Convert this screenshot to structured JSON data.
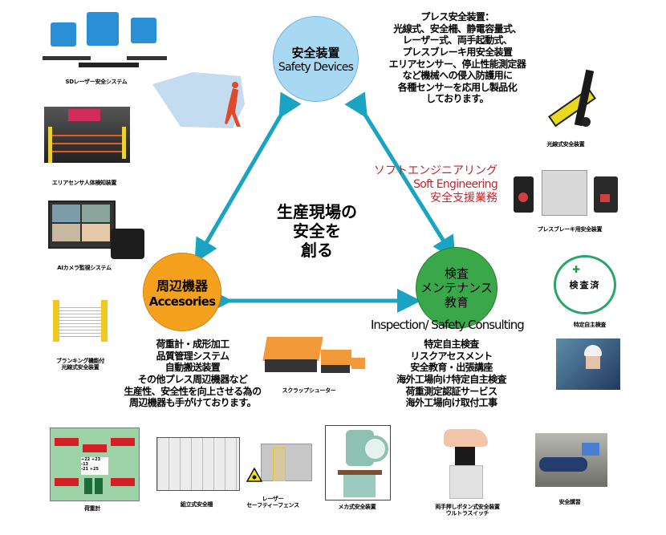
{
  "center_title": [
    "生産現場の",
    "安全を",
    "創る"
  ],
  "nodes": {
    "safety": {
      "jp": "安全装置",
      "en": "Safety Devices",
      "color": "#a9d8f2"
    },
    "accessories": {
      "jp": "周辺機器",
      "en": "Accesories",
      "color": "#f6a11d"
    },
    "inspection": {
      "jp_lines": [
        "検査",
        "メンテナンス",
        "教育"
      ],
      "en": "Inspection/ Safety Consulting",
      "color": "#3aa84a"
    }
  },
  "arrow_color": "#1aa3c3",
  "safety_desc": "プレス安全装置：\n光線式、安全柵、静電容量式、\nレーザー式、両手起動式、\nプレスブレーキ用安全装置\nエリアセンサー、停止性能測定器\nなど機械への侵入防護用に\n各種センサーを応用し製品化\nしております。",
  "soft_engineering": {
    "jp": "ソフトエンジニアリング",
    "en": "Soft Engineering",
    "jp2": "安全支援業務",
    "color": "#c0262d"
  },
  "accessories_desc": "荷重計・成形加工\n品質管理システム\n自動搬送装置\nその他プレス周辺機器など\n生産性、安全性を向上させる為の\n周辺機器も手がけております。",
  "inspection_desc": "特定自主検査\nリスクアセスメント\n安全教育・出張講座\n海外工場向け特定自主検査\n荷重測定認証サービス\n海外工場向け取付工事",
  "products": {
    "sd_laser": "SDレーザー安全システム",
    "area_sensor": "エリアセンサ人体検知装置",
    "ai_camera": "AIカメラ監視システム",
    "blanking": "ブランキング機能付\n光線式安全装置",
    "light_curtain": "光線式安全装置",
    "press_brake": "プレスブレーキ用安全装置",
    "inspection_sticker": "特定自主検査",
    "sticker_text": "検査済",
    "scrap_shooter": "スクラップシューター",
    "load_meter": "荷重計",
    "fence": "組立式安全柵",
    "laser_fence": "レーザー\nセーフティーフェンス",
    "mechanical_safety": "メカ式安全装置",
    "two_hand_switch": "両手押しボタン式安全装置\nウルトラスイッチ",
    "safety_training": "安全講習"
  },
  "load_meter_readout": [
    "+22",
    "+23",
    "-13",
    "-21",
    "+25"
  ]
}
